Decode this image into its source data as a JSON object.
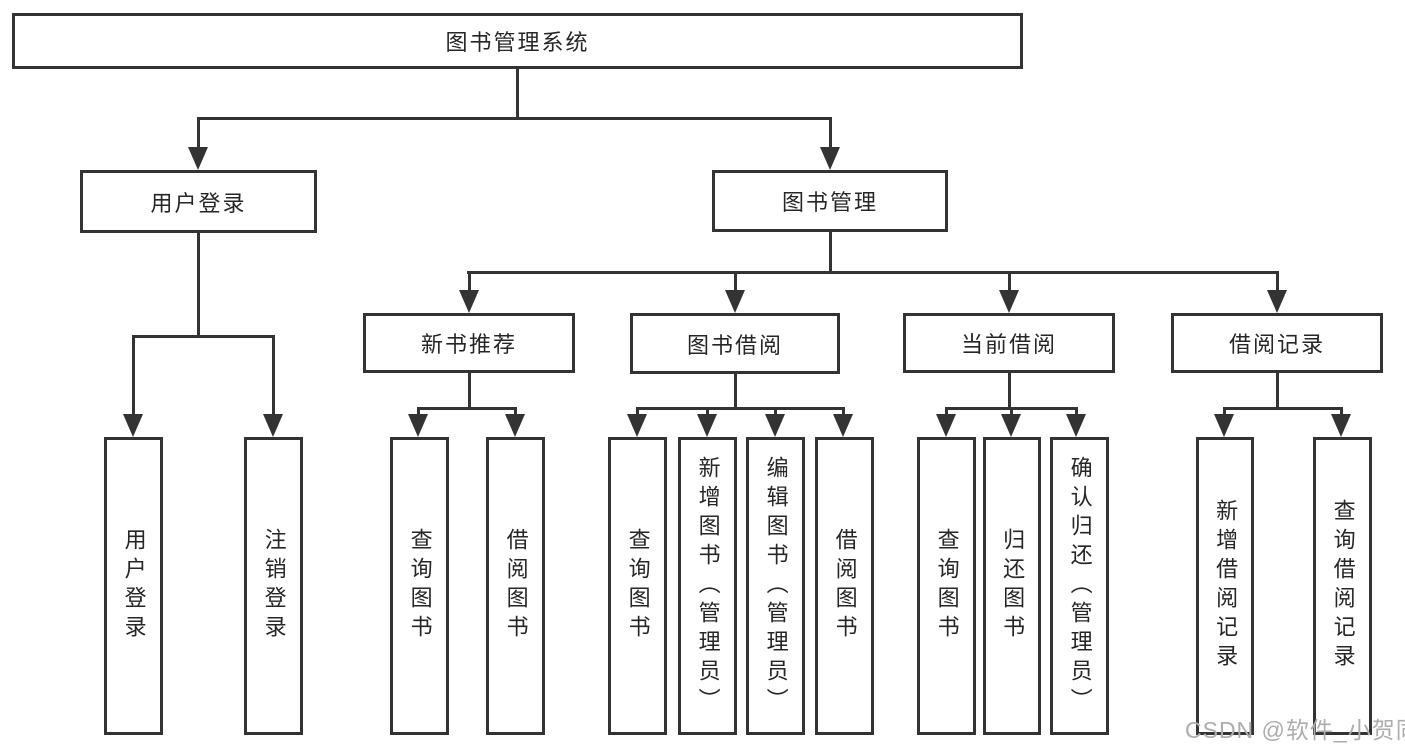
{
  "diagram": {
    "title": "图书管理系统",
    "root": {
      "label": "图书管理系统"
    },
    "level2": [
      {
        "label": "用户登录"
      },
      {
        "label": "图书管理"
      }
    ],
    "level3": [
      {
        "label": "新书推荐",
        "parent": "图书管理"
      },
      {
        "label": "图书借阅",
        "parent": "图书管理"
      },
      {
        "label": "当前借阅",
        "parent": "图书管理"
      },
      {
        "label": "借阅记录",
        "parent": "图书管理"
      }
    ],
    "leaves": [
      {
        "label": "用户登录",
        "parent": "用户登录"
      },
      {
        "label": "注销登录",
        "parent": "用户登录"
      },
      {
        "label": "查询图书",
        "parent": "新书推荐"
      },
      {
        "label": "借阅图书",
        "parent": "新书推荐"
      },
      {
        "label": "查询图书",
        "parent": "图书借阅"
      },
      {
        "label": "新增图书（管理员）",
        "parent": "图书借阅"
      },
      {
        "label": "编辑图书（管理员）",
        "parent": "图书借阅"
      },
      {
        "label": "借阅图书",
        "parent": "图书借阅"
      },
      {
        "label": "查询图书",
        "parent": "当前借阅"
      },
      {
        "label": "归还图书",
        "parent": "当前借阅"
      },
      {
        "label": "确认归还（管理员）",
        "parent": "当前借阅"
      },
      {
        "label": "新增借阅记录",
        "parent": "借阅记录"
      },
      {
        "label": "查询借阅记录",
        "parent": "借阅记录"
      }
    ]
  },
  "watermark": {
    "text": "CSDN @软件_小贺同学"
  },
  "colors": {
    "line": "#333333",
    "text": "#262626",
    "watermark": "#adadad",
    "background": "#ffffff"
  }
}
